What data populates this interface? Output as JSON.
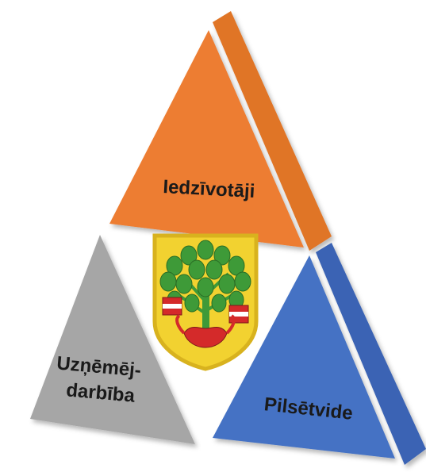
{
  "segments": {
    "top": {
      "label": "Iedzīvotāji",
      "color": "#ED7D31",
      "side_color": "#E07426"
    },
    "left": {
      "label_line1": "Uzņēmēj-",
      "label_line2": "darbība",
      "color": "#A6A6A6"
    },
    "right": {
      "label": "Pilsētvide",
      "color": "#4472C4",
      "side_color": "#3A64B4"
    }
  },
  "emblem": {
    "icon": "coat-of-arms-icon",
    "border_color": "#D8B21E",
    "field_color": "#F2D230",
    "tree_color": "#3E9A38",
    "accent_color": "#D42A2A"
  }
}
